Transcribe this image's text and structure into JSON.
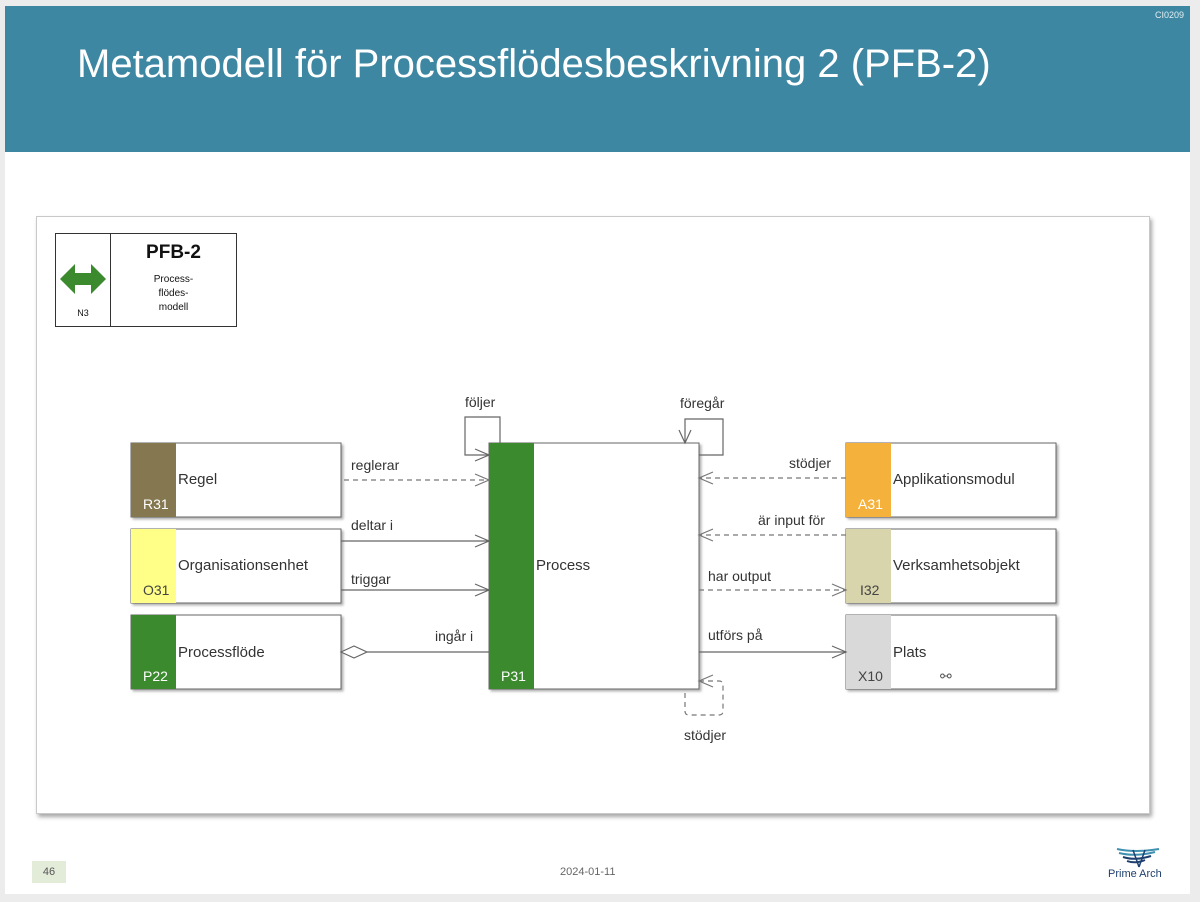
{
  "slide": {
    "title": "Metamodell för Processflödesbeskrivning 2 (PFB-2)",
    "code": "CI0209",
    "page_number": "46",
    "date": "2024-01-11",
    "brand": "Prime Arch"
  },
  "legend": {
    "title": "PFB-2",
    "line1": "Process-",
    "line2": "flödes-",
    "line3": "modell",
    "code": "N3",
    "arrow_color": "#3b8a2e"
  },
  "diagram": {
    "nodes": {
      "regel": {
        "code": "R31",
        "label": "Regel",
        "color": "#857850",
        "code_color": "#ffffff"
      },
      "org": {
        "code": "O31",
        "label": "Organisationsenhet",
        "color": "#ffff88",
        "code_color": "#444444"
      },
      "pf": {
        "code": "P22",
        "label": "Processflöde",
        "color": "#3b8a2e",
        "code_color": "#ffffff"
      },
      "process": {
        "code": "P31",
        "label": "Process",
        "color": "#3b8a2e",
        "code_color": "#ffffff"
      },
      "app": {
        "code": "A31",
        "label": "Applikationsmodul",
        "color": "#f4b23d",
        "code_color": "#ffffff"
      },
      "verk": {
        "code": "I32",
        "label": "Verksamhetsobjekt",
        "color": "#d8d4ab",
        "code_color": "#444444"
      },
      "plats": {
        "code": "X10",
        "label": "Plats",
        "color": "#d9d9d9",
        "code_color": "#444444",
        "glyph": "⚯"
      }
    },
    "edges": {
      "foljer": "följer",
      "foregar": "föregår",
      "reglerar": "reglerar",
      "deltar": "deltar i",
      "triggar": "triggar",
      "ingar": "ingår i",
      "stodjer_app": "stödjer",
      "input": "är input för",
      "output": "har output",
      "utfors": "utförs på",
      "stodjer_self": "stödjer"
    }
  }
}
